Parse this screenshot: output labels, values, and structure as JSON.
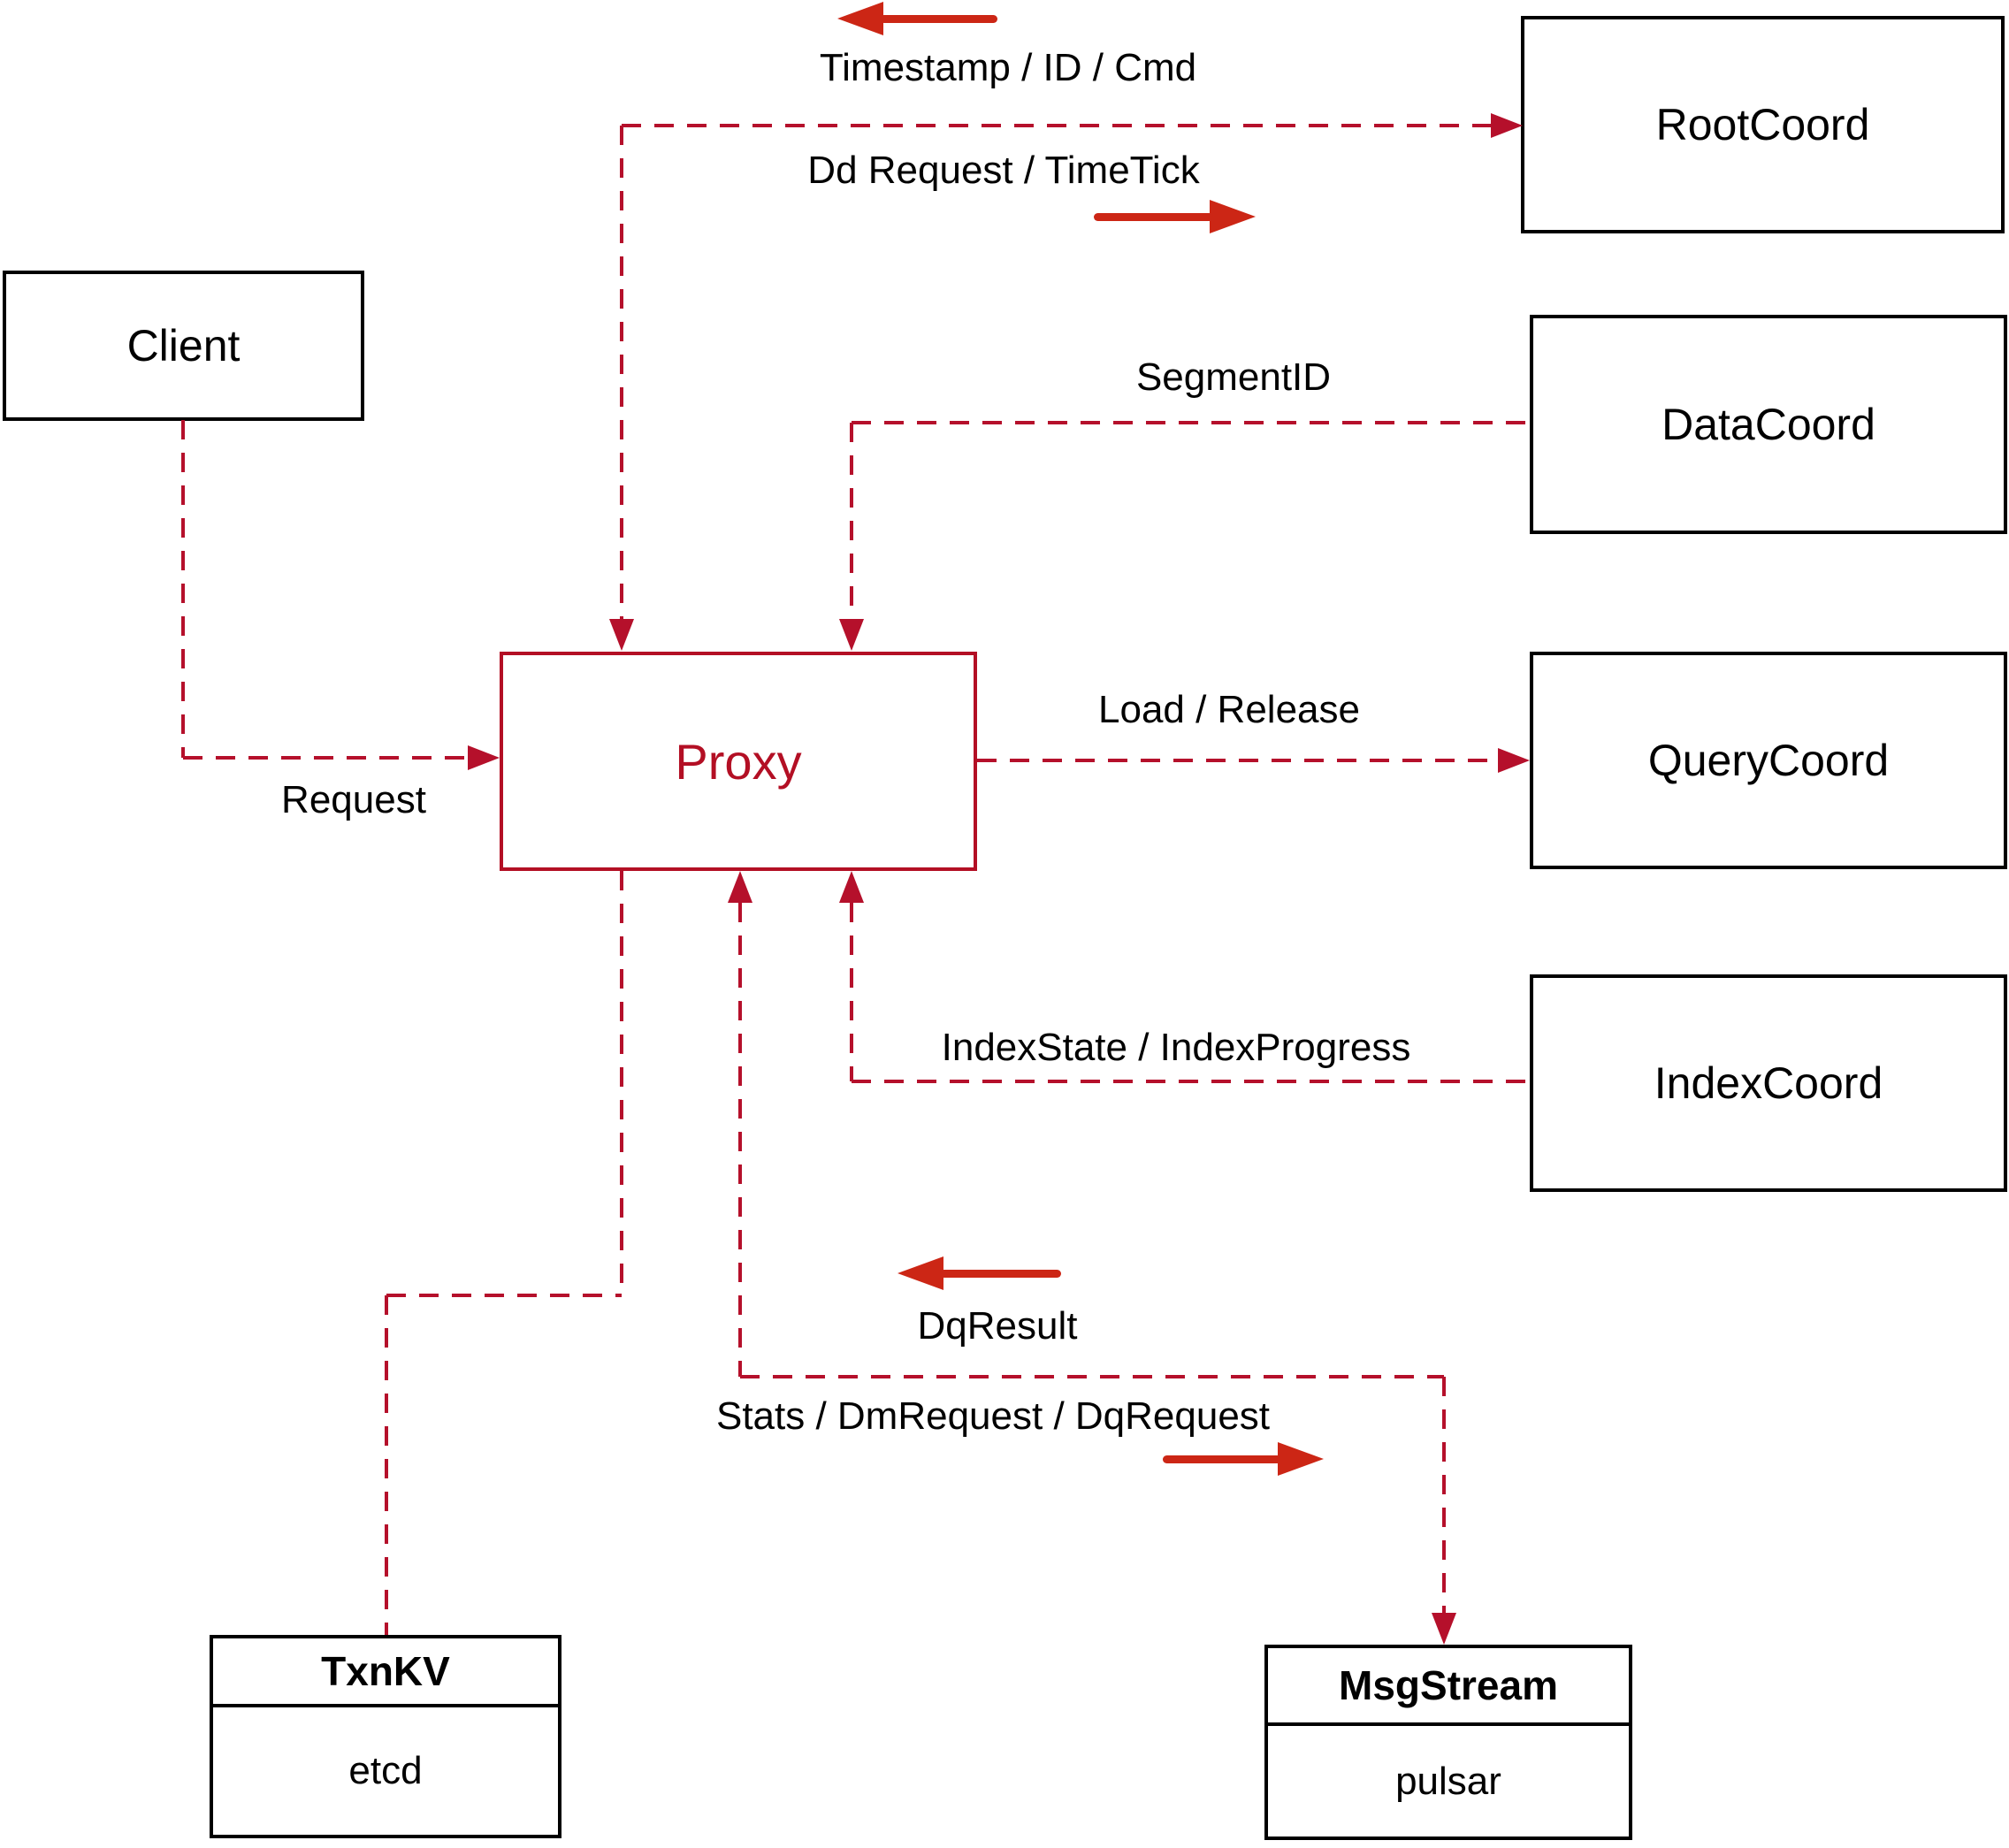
{
  "diagram": {
    "nodes": {
      "client": {
        "label": "Client"
      },
      "rootcoord": {
        "label": "RootCoord"
      },
      "datacoord": {
        "label": "DataCoord"
      },
      "querycoord": {
        "label": "QueryCoord"
      },
      "indexcoord": {
        "label": "IndexCoord"
      },
      "proxy": {
        "label": "Proxy"
      },
      "txnkv": {
        "title": "TxnKV",
        "subtitle": "etcd"
      },
      "msgstream": {
        "title": "MsgStream",
        "subtitle": "pulsar"
      }
    },
    "edge_labels": {
      "timestamp": "Timestamp / ID / Cmd",
      "dd_request": "Dd Request / TimeTick",
      "segment_id": "SegmentID",
      "load_release": "Load / Release",
      "index_state": "IndexState / IndexProgress",
      "request": "Request",
      "dq_result": "DqResult",
      "stats": "Stats / DmRequest / DqRequest"
    },
    "colors": {
      "line": "#b5102b",
      "arrow": "#cc2615",
      "proxy": "#b30f24",
      "box_border": "#000000",
      "text": "#000000",
      "background": "#ffffff"
    }
  }
}
